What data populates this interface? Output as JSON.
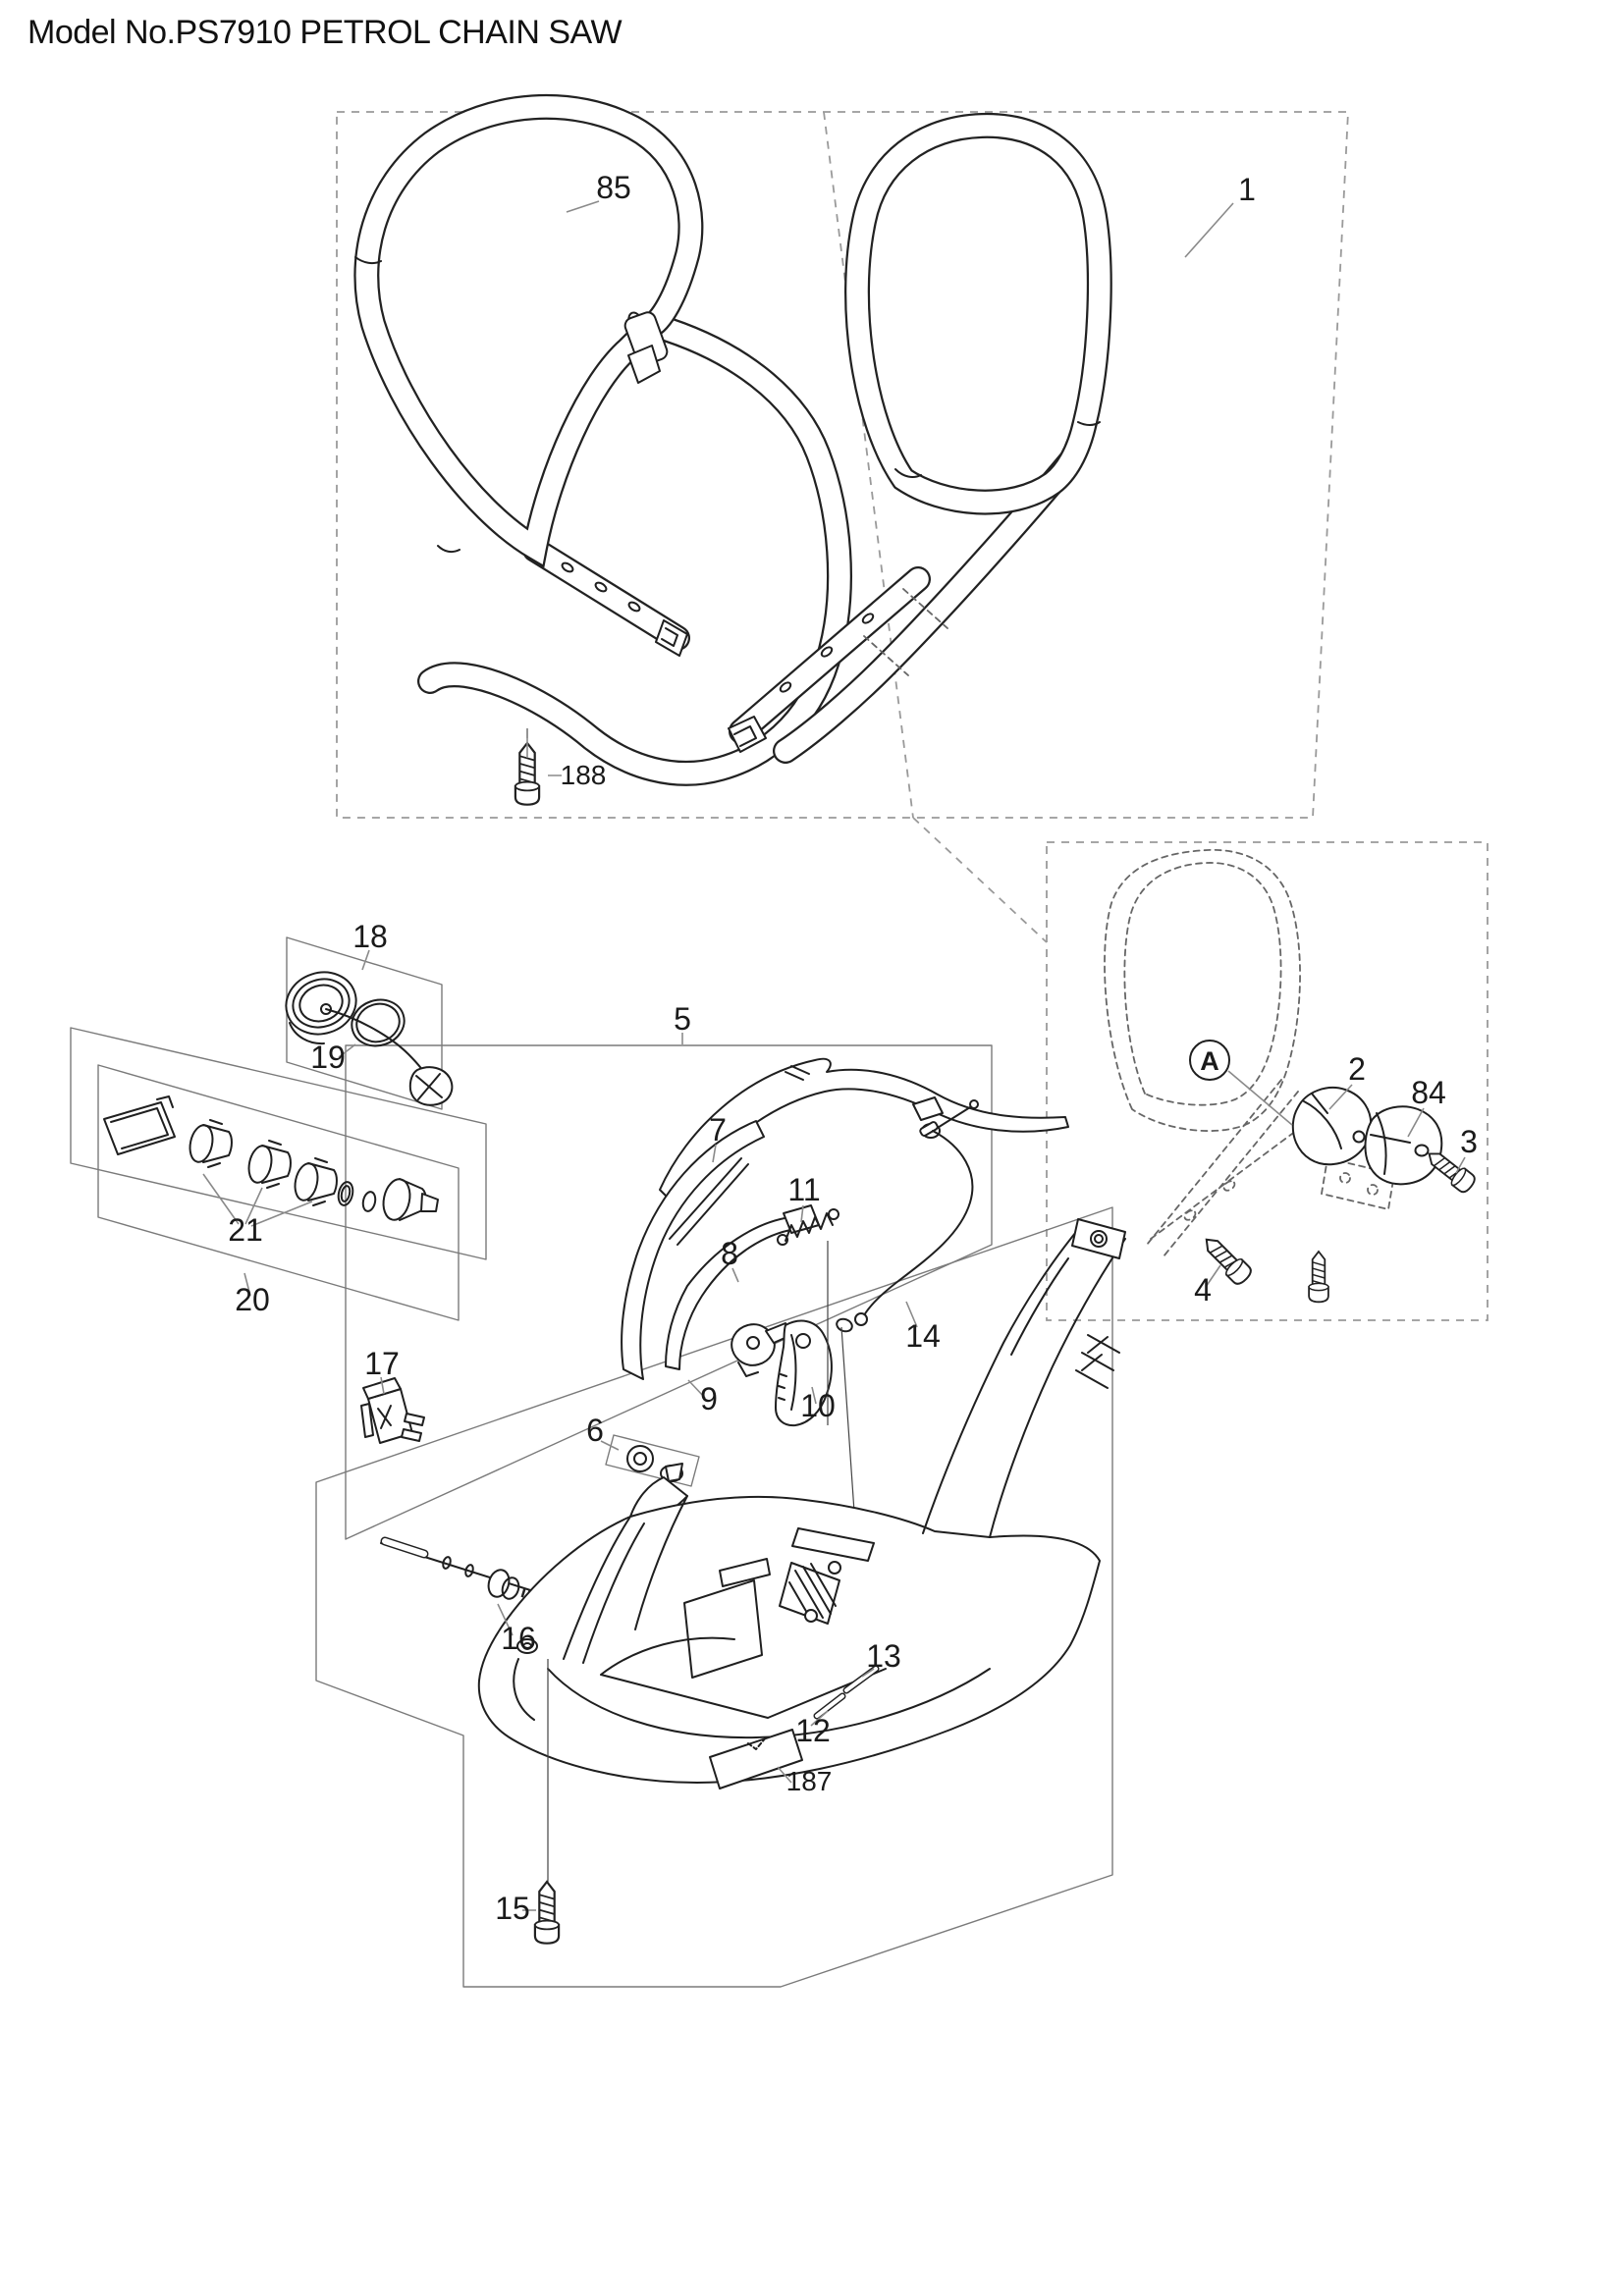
{
  "diagram": {
    "title": "Model No.PS7910 PETROL CHAIN SAW",
    "detail_marker": "A",
    "labels": [
      {
        "text": "85"
      },
      {
        "text": "1"
      },
      {
        "text": "188"
      },
      {
        "text": "18"
      },
      {
        "text": "19"
      },
      {
        "text": "5"
      },
      {
        "text": "7"
      },
      {
        "text": "11"
      },
      {
        "text": "8"
      },
      {
        "text": "14"
      },
      {
        "text": "9"
      },
      {
        "text": "10"
      },
      {
        "text": "6"
      },
      {
        "text": "17"
      },
      {
        "text": "16"
      },
      {
        "text": "21"
      },
      {
        "text": "20"
      },
      {
        "text": "13"
      },
      {
        "text": "12"
      },
      {
        "text": "15"
      },
      {
        "text": "187"
      },
      {
        "text": "2"
      },
      {
        "text": "84"
      },
      {
        "text": "3"
      },
      {
        "text": "4"
      }
    ],
    "colors": {
      "background": "#ffffff",
      "line": "#1f1f1f",
      "leader": "#8a8a8a",
      "box_dashed": "#9a9a9a",
      "box_solid": "#7a7a7a"
    }
  }
}
